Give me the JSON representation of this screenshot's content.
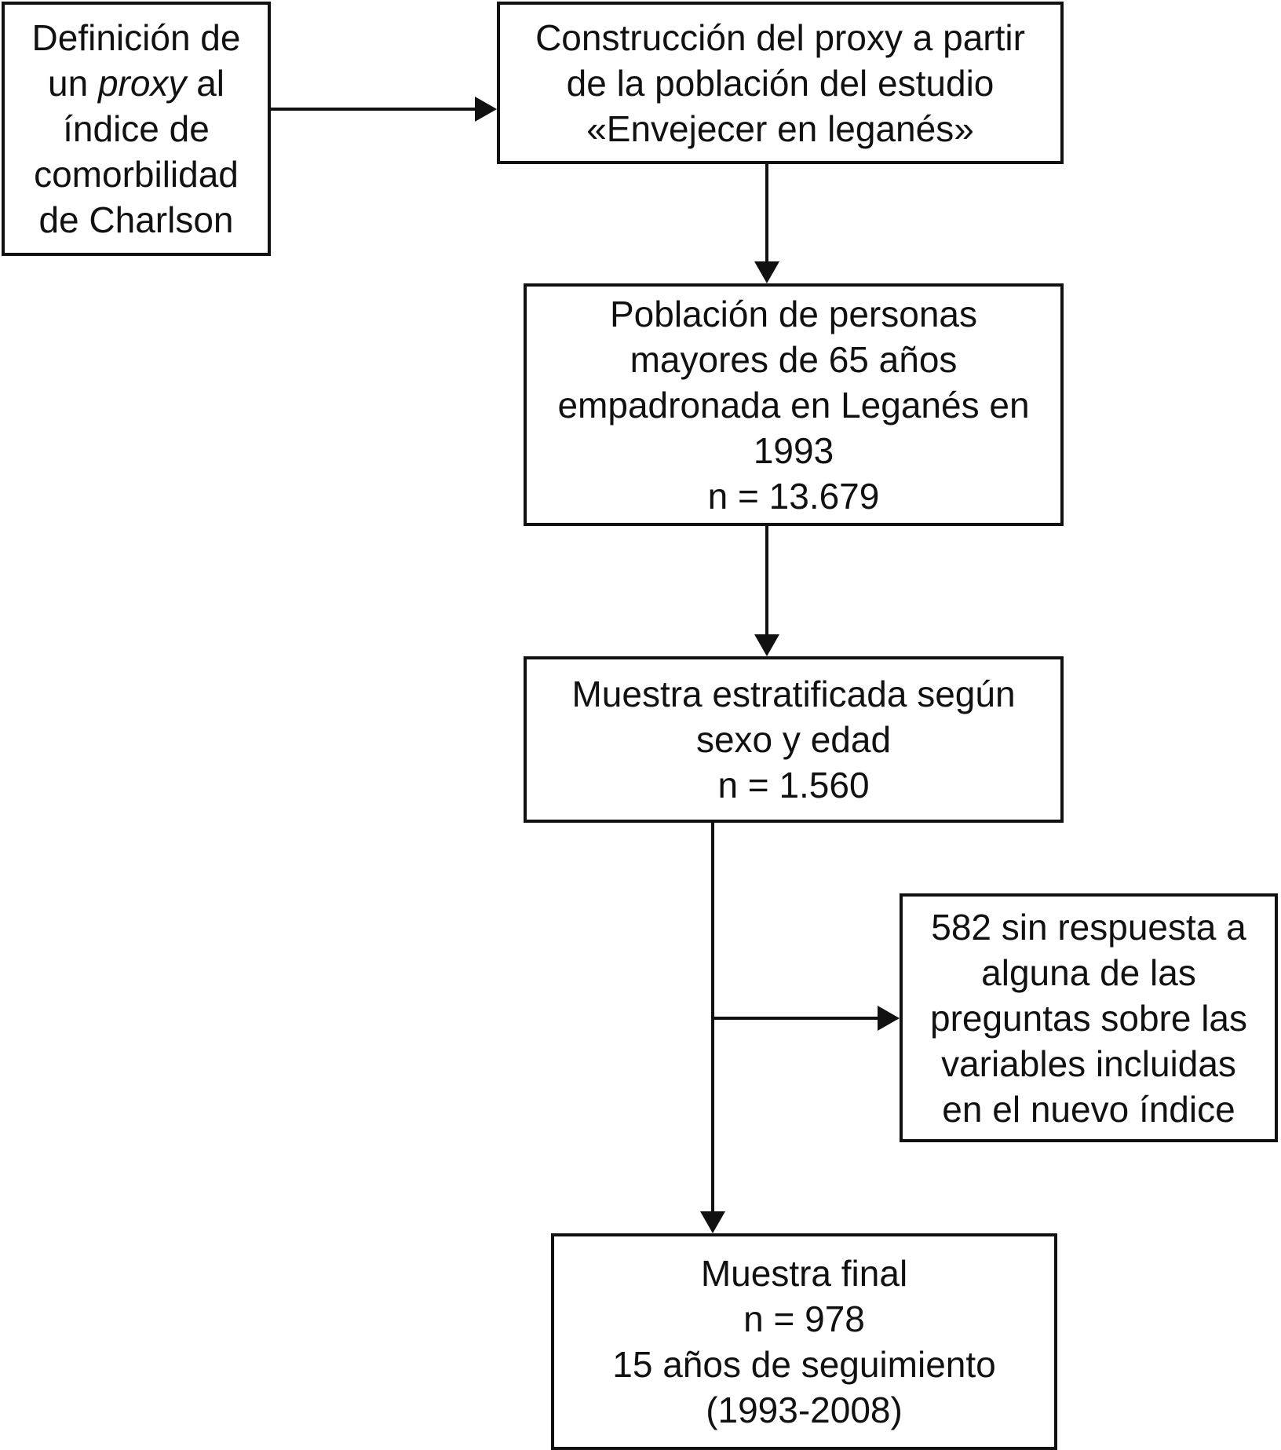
{
  "boxes": {
    "proxy_definition": {
      "line1": "Definición de",
      "line2_pre": "un ",
      "line2_italic": "proxy",
      "line2_post": " al",
      "line3": "índice de",
      "line4": "comorbilidad",
      "line5": "de Charlson"
    },
    "proxy_construction": {
      "line1": "Construcción del proxy a partir",
      "line2": "de la población del estudio",
      "line3": "«Envejecer en leganés»"
    },
    "population": {
      "line1": "Población de personas",
      "line2": "mayores de 65 años",
      "line3": "empadronada en Leganés en",
      "line4": "1993",
      "line5": "n = 13.679"
    },
    "stratified_sample": {
      "line1": "Muestra estratificada según",
      "line2": "sexo y edad",
      "line3": "n = 1.560"
    },
    "excluded": {
      "line1": "582 sin respuesta a",
      "line2": "alguna de las",
      "line3": "preguntas sobre las",
      "line4": "variables incluidas",
      "line5": "en el nuevo índice"
    },
    "final_sample": {
      "line1": "Muestra final",
      "line2": "n = 978",
      "line3": "15 años de seguimiento",
      "line4": "(1993-2008)"
    }
  },
  "colors": {
    "stroke": "#111111",
    "background": "#ffffff"
  }
}
